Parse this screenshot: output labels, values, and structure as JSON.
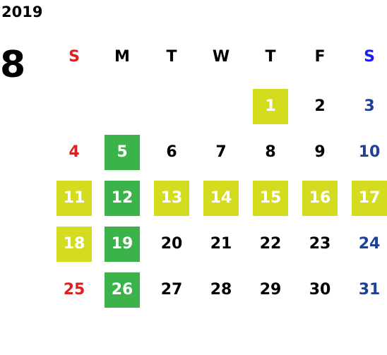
{
  "calendar": {
    "year": "2019",
    "month": "8",
    "weekdays": [
      {
        "label": "S",
        "color": "#e02020"
      },
      {
        "label": "M",
        "color": "#000000"
      },
      {
        "label": "T",
        "color": "#000000"
      },
      {
        "label": "W",
        "color": "#000000"
      },
      {
        "label": "T",
        "color": "#000000"
      },
      {
        "label": "F",
        "color": "#000000"
      },
      {
        "label": "S",
        "color": "#1a1aff"
      }
    ],
    "first_weekday_index": 4,
    "days_in_month": 31,
    "colors": {
      "sunday_text": "#e02020",
      "saturday_text": "#1f3f99",
      "weekday_text": "#000000",
      "highlight_text": "#ffffff",
      "yellow_green": "#d4dc20",
      "green": "#3cb34a"
    },
    "highlights": {
      "1": "yellow_green",
      "5": "green",
      "11": "yellow_green",
      "12": "green",
      "13": "yellow_green",
      "14": "yellow_green",
      "15": "yellow_green",
      "16": "yellow_green",
      "17": "yellow_green",
      "18": "yellow_green",
      "19": "green",
      "26": "green"
    }
  }
}
